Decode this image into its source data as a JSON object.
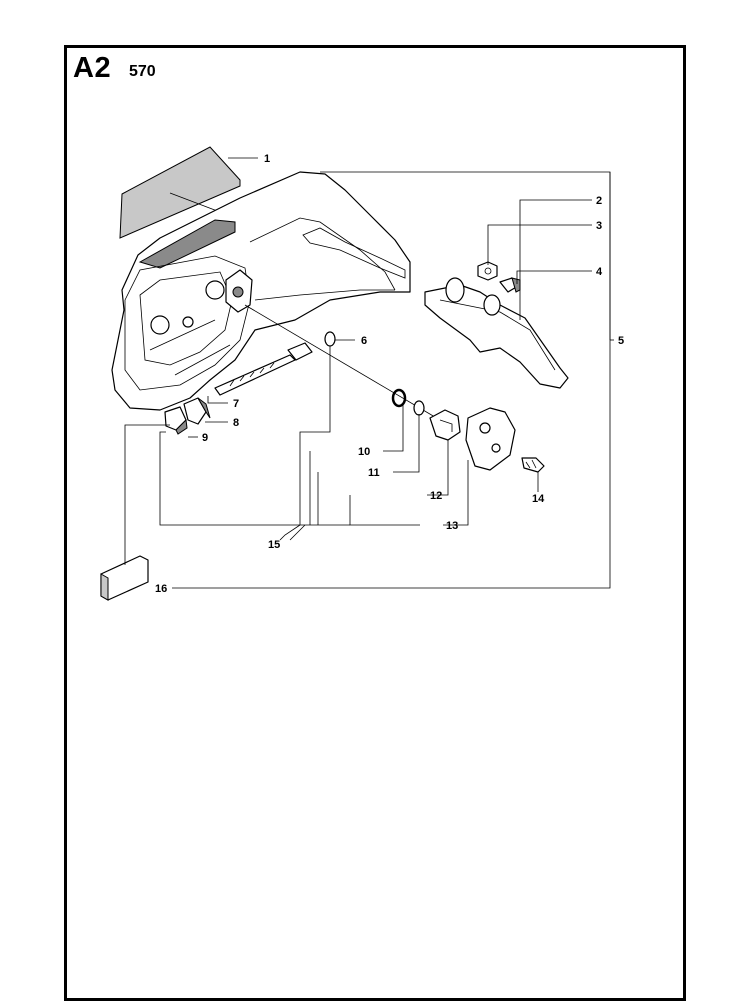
{
  "header": {
    "section_code": "A2",
    "model": "570"
  },
  "callouts": [
    "1",
    "2",
    "3",
    "4",
    "5",
    "6",
    "7",
    "8",
    "9",
    "10",
    "11",
    "12",
    "13",
    "14",
    "15",
    "16"
  ],
  "colors": {
    "line": "#000000",
    "part_fill": "#ffffff",
    "shade": "#c8c8c8"
  }
}
